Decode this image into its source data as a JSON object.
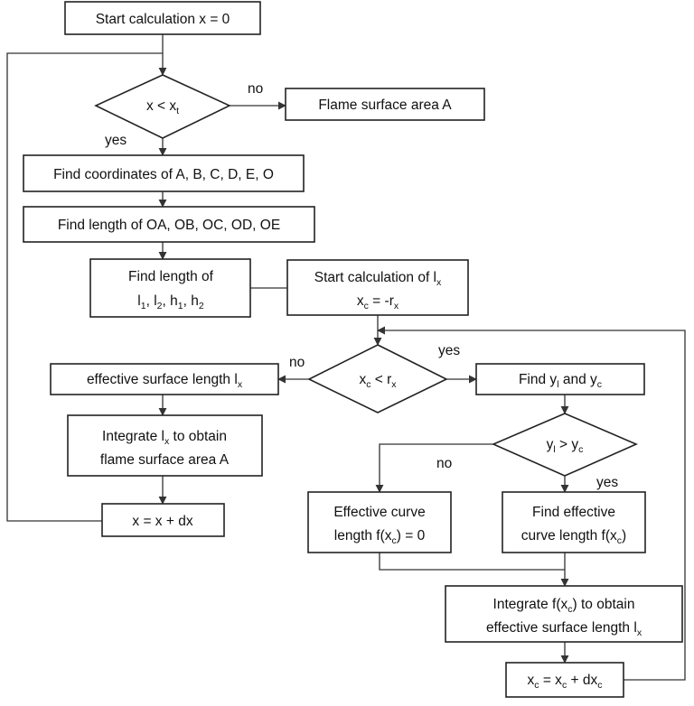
{
  "nodes": {
    "start": {
      "label": "Start calculation x = 0"
    },
    "decision_x": {
      "base": "x < x",
      "sub": "t"
    },
    "flame_area": {
      "label": "Flame surface area A"
    },
    "find_coords": {
      "label": "Find coordinates of A, B, C, D, E, O"
    },
    "find_len_o": {
      "label": "Find length of OA, OB, OC, OD, OE"
    },
    "find_len": {
      "line1": "Find length of",
      "l": "l",
      "l_sub1": "1",
      "l_sub2": "2",
      "h": "h",
      "h_sub1": "1",
      "h_sub2": "2",
      "sep": ", "
    },
    "start_lx": {
      "line1_base": "Start calculation of l",
      "line1_sub": "x",
      "line2_a": "x",
      "line2_a_sub": "c",
      "line2_mid": " = -r",
      "line2_b_sub": "x"
    },
    "decision_xc": {
      "a": "x",
      "a_sub": "c",
      "mid": " < r",
      "b_sub": "x"
    },
    "eff_len": {
      "base": "effective surface length l",
      "sub": "x"
    },
    "find_y": {
      "y1": "Find y",
      "y1_sub": "l",
      "mid": " and y",
      "y2_sub": "c"
    },
    "integrate_lx": {
      "line1_a": "Integrate l",
      "line1_sub": "x",
      "line1_b": " to obtain",
      "line2": "flame surface area A"
    },
    "decision_y": {
      "a": "y",
      "a_sub": "l",
      "mid": " > y",
      "b_sub": "c"
    },
    "x_update": {
      "label": "x = x + dx"
    },
    "eff_curve_zero": {
      "line1": "Effective curve",
      "line2_a": "length f(x",
      "line2_sub": "c",
      "line2_b": ") = 0"
    },
    "find_eff_curve": {
      "line1": "Find effective",
      "line2_a": "curve length f(x",
      "line2_sub": "c",
      "line2_b": ")"
    },
    "integrate_f": {
      "line1_a": "Integrate f(x",
      "line1_sub": "c",
      "line1_b": ") to obtain",
      "line2_a": "effective surface length l",
      "line2_sub": "x"
    },
    "xc_update": {
      "a": "x",
      "a_sub": "c",
      "mid": " = x",
      "b_sub": "c",
      "c": " + dx",
      "c_sub": "c"
    }
  },
  "edge_labels": {
    "x_no": "no",
    "x_yes": "yes",
    "xc_no": "no",
    "xc_yes": "yes",
    "y_no": "no",
    "y_yes": "yes"
  }
}
